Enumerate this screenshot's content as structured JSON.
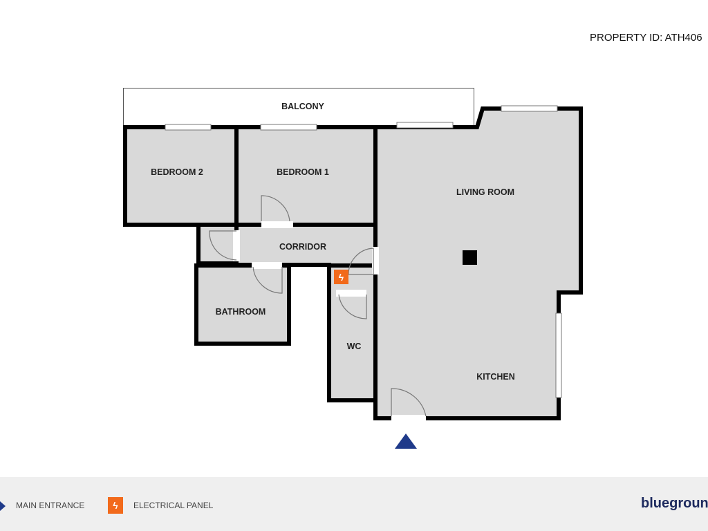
{
  "header": {
    "property_id": "PROPERTY ID: ATH406"
  },
  "rooms": {
    "balcony": "BALCONY",
    "bedroom2": "BEDROOM 2",
    "bedroom1": "BEDROOM 1",
    "living_room": "LIVING ROOM",
    "corridor": "CORRIDOR",
    "bathroom": "BATHROOM",
    "wc": "WC",
    "kitchen": "KITCHEN"
  },
  "legend": {
    "main_entrance": "MAIN ENTRANCE",
    "electrical_panel": "ELECTRICAL PANEL",
    "logo": "bluegroun"
  },
  "colors": {
    "room_fill": "#d9d9d9",
    "wall": "#000000",
    "entrance": "#1f3a8a",
    "electrical": "#f26a1b",
    "brand": "#1d2a5e",
    "legend_bg": "#efefef"
  }
}
